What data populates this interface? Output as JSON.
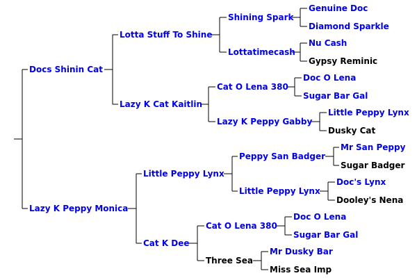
{
  "pedigree": {
    "sire": {
      "name": "Docs Shinin Cat",
      "linked": true,
      "sire": {
        "name": "Lotta Stuff To Shine",
        "linked": true,
        "sire": {
          "name": "Shining Spark",
          "linked": true,
          "sire": {
            "name": "Genuine Doc",
            "linked": true
          },
          "dam": {
            "name": "Diamond Sparkle",
            "linked": true
          }
        },
        "dam": {
          "name": "Lottatimecash",
          "linked": true,
          "sire": {
            "name": "Nu Cash",
            "linked": true
          },
          "dam": {
            "name": "Gypsy Reminic",
            "linked": false
          }
        }
      },
      "dam": {
        "name": "Lazy K Cat Kaitlin",
        "linked": true,
        "sire": {
          "name": "Cat O Lena 380",
          "linked": true,
          "sire": {
            "name": "Doc O Lena",
            "linked": true
          },
          "dam": {
            "name": "Sugar Bar Gal",
            "linked": true
          }
        },
        "dam": {
          "name": "Lazy K Peppy Gabby",
          "linked": true,
          "sire": {
            "name": "Little Peppy Lynx",
            "linked": true
          },
          "dam": {
            "name": "Dusky Cat",
            "linked": false
          }
        }
      }
    },
    "dam": {
      "name": "Lazy K Peppy Monica",
      "linked": true,
      "sire": {
        "name": "Little Peppy Lynx",
        "linked": true,
        "sire": {
          "name": "Peppy San Badger",
          "linked": true,
          "sire": {
            "name": "Mr San Peppy",
            "linked": true
          },
          "dam": {
            "name": "Sugar Badger",
            "linked": false
          }
        },
        "dam": {
          "name": "Little Peppy Lynx",
          "linked": true,
          "sire": {
            "name": "Doc's Lynx",
            "linked": true
          },
          "dam": {
            "name": "Dooley's Nena",
            "linked": false
          }
        }
      },
      "dam": {
        "name": "Cat K Dee",
        "linked": true,
        "sire": {
          "name": "Cat O Lena 380",
          "linked": true,
          "sire": {
            "name": "Doc O Lena",
            "linked": true
          },
          "dam": {
            "name": "Sugar Bar Gal",
            "linked": true
          }
        },
        "dam": {
          "name": "Three Sea",
          "linked": false,
          "sire": {
            "name": "Mr Dusky Bar",
            "linked": true
          },
          "dam": {
            "name": "Miss Sea Imp",
            "linked": false
          }
        }
      }
    }
  },
  "colors": {
    "link": "#0000ee",
    "plain": "#000000",
    "line": "#000000",
    "background": "#ffffff"
  }
}
